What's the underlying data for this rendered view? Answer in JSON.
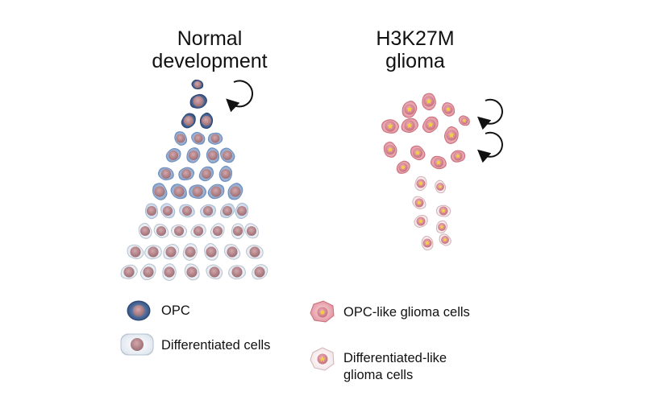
{
  "panels": {
    "left_title_line1": "Normal",
    "left_title_line2": "development",
    "right_title_line1": "H3K27M",
    "right_title_line2": "glioma"
  },
  "legend": {
    "opc": "OPC",
    "differentiated": "Differentiated cells",
    "opc_like": "OPC-like glioma cells",
    "differentiated_like_line1": "Differentiated-like",
    "differentiated_like_line2": "glioma cells"
  },
  "colors": {
    "opc_dark": "#3d5a8a",
    "opc_mid": "#7f9cc6",
    "opc_light": "#b9cbe2",
    "differentiated": "#e7edf4",
    "nucleus": "#b98a8f",
    "glioma_opc": "#e6a1aa",
    "glioma_diff": "#f3e4e6",
    "glioma_nucleus": "#d98c98",
    "star": "#f2d23a",
    "arrow": "#111111"
  }
}
